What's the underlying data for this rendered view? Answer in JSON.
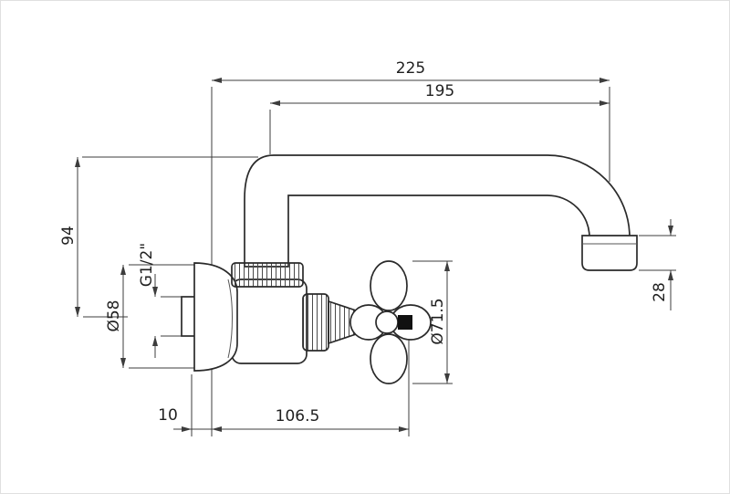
{
  "page": {
    "background": "#ffffff",
    "border": "#e0e0e0"
  },
  "drawing": {
    "subject": "wall-mounted-faucet-technical-drawing",
    "line_color": "#2a2a2a",
    "dimension_color": "#3c3c3c",
    "labels": {
      "overall_reach": "225",
      "spout_reach": "195",
      "spout_height": "94",
      "thread_size": "G1/2\"",
      "flange_diameter": "Ø58",
      "outlet_drop": "28",
      "handle_diameter": "Ø71.5",
      "wall_offset": "10",
      "body_length": "106.5"
    }
  }
}
